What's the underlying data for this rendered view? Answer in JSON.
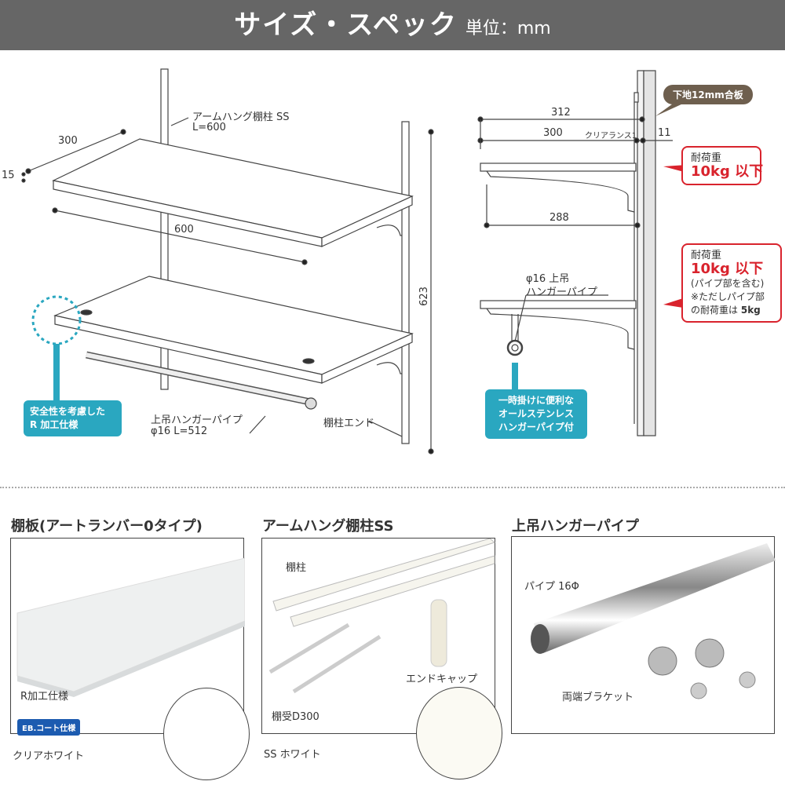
{
  "header": {
    "title": "サイズ・スペック",
    "unit": "単位：mm"
  },
  "left_diagram": {
    "post_label": "アームハング棚柱 SS",
    "post_length": "L=600",
    "depth": "300",
    "thickness": "15",
    "width": "600",
    "height": "623",
    "pipe_label": "上吊ハンガーパイプ",
    "pipe_spec": "φ16 L=512",
    "end_label": "棚柱エンド",
    "callout": [
      "安全性を考慮した",
      "R 加工仕様"
    ]
  },
  "right_diagram": {
    "wall_label": "下地12mm合板",
    "dim_312": "312",
    "dim_300": "300",
    "clearance": "クリアランス1",
    "dim_11": "11",
    "dim_288": "288",
    "load_upper": {
      "l1": "耐荷重",
      "l2": "10kg 以下"
    },
    "load_lower": {
      "l1": "耐荷重",
      "l2": "10kg 以下",
      "l3": "(パイプ部を含む)",
      "l4": "※ただしパイプ部",
      "l5": "の耐荷重は",
      "l6": "5kg"
    },
    "pipe_label": [
      "φ16 上吊",
      "ハンガーパイプ"
    ],
    "callout": [
      "一時掛けに便利な",
      "オールステンレス",
      "ハンガーパイプ付"
    ]
  },
  "products": [
    {
      "title": "棚板(アートランバー0タイプ)",
      "labels": [
        "R加工仕様"
      ],
      "badge": "EB.コート仕様",
      "color_name": "クリアホワイト",
      "swatch": "#ffffff"
    },
    {
      "title": "アームハング棚柱SS",
      "labels": [
        "棚柱",
        "エンドキャップ",
        "棚受D300"
      ],
      "color_name": "SS ホワイト",
      "swatch": "#fbfaf3"
    },
    {
      "title": "上吊ハンガーパイプ",
      "labels": [
        "パイプ 16Φ",
        "両端ブラケット"
      ]
    }
  ],
  "colors": {
    "teal": "#2aa7c0",
    "red": "#d9232d",
    "brown": "#6e5f4e",
    "header": "#666666"
  }
}
